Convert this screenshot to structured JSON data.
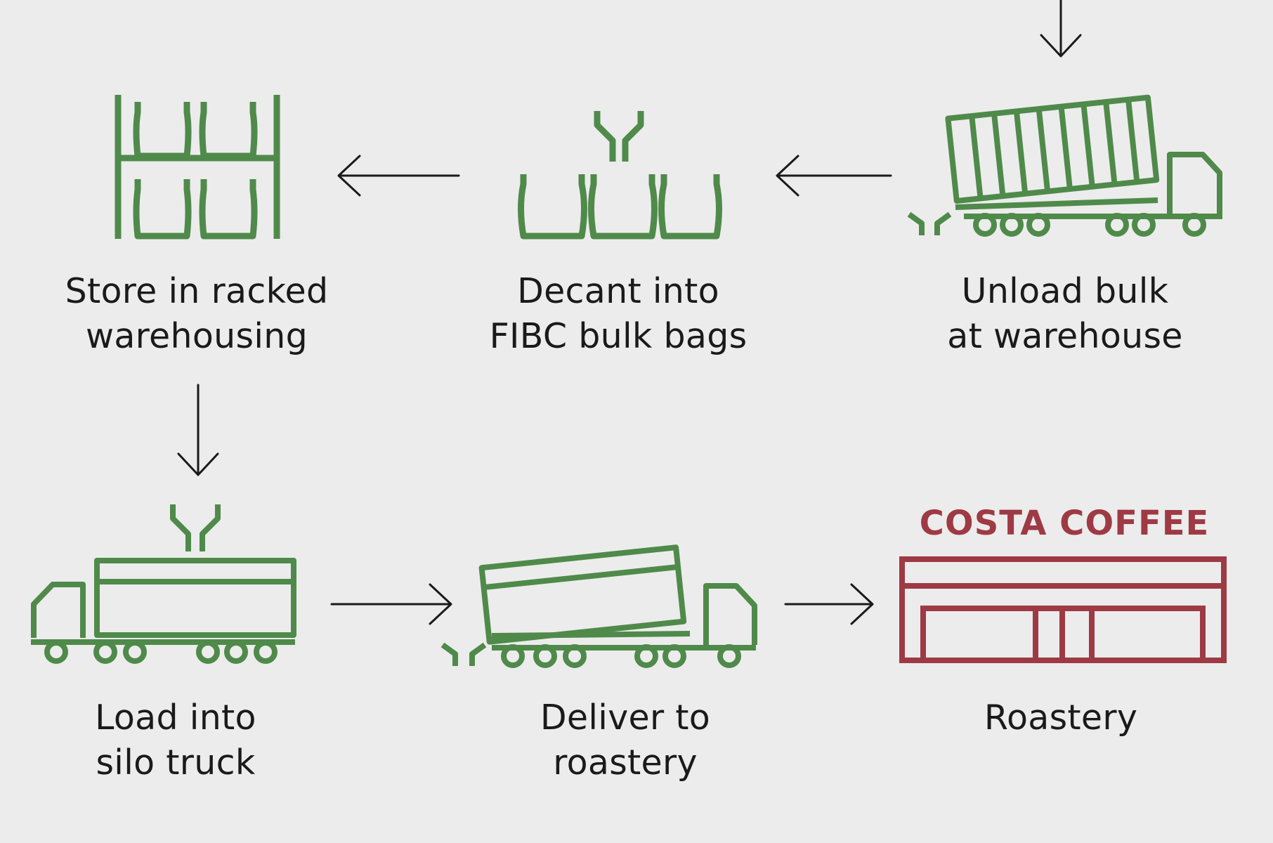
{
  "colors": {
    "background": "#ececec",
    "icon_green": "#4f8a4a",
    "brand_red": "#9e3a44",
    "arrow": "#1a1a1a",
    "text": "#1a1a1a"
  },
  "steps": [
    {
      "id": "store",
      "icon": "racked-warehouse-icon",
      "line1": "Store in racked",
      "line2": "warehousing"
    },
    {
      "id": "decant",
      "icon": "fibc-bulk-bags-icon",
      "line1": "Decant into",
      "line2": "FIBC bulk bags"
    },
    {
      "id": "unload",
      "icon": "tipper-truck-icon",
      "line1": "Unload bulk",
      "line2": "at warehouse"
    },
    {
      "id": "load",
      "icon": "silo-truck-icon",
      "line1": "Load into",
      "line2": "silo truck"
    },
    {
      "id": "deliver",
      "icon": "tipping-silo-truck-icon",
      "line1": "Deliver to",
      "line2": "roastery"
    },
    {
      "id": "roastery",
      "icon": "roastery-building-icon",
      "line1": "Roastery",
      "line2": ""
    }
  ],
  "brand": {
    "name": "COSTA COFFEE"
  }
}
